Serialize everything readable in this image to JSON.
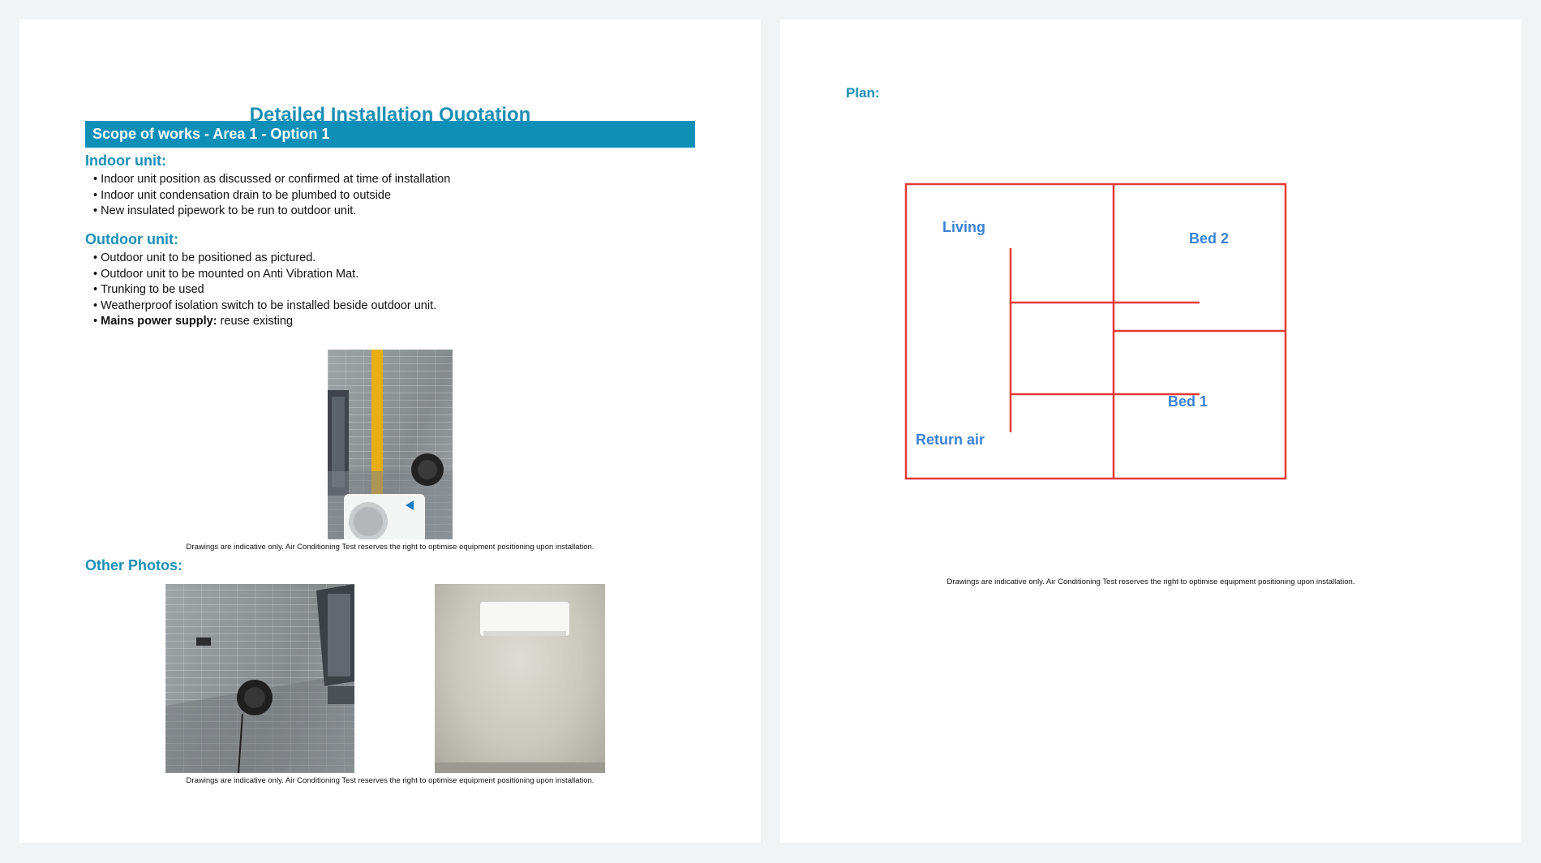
{
  "document": {
    "title": "Detailed Installation Quotation",
    "scope_bar": "Scope of works - Area 1 - Option 1",
    "indoor": {
      "heading": "Indoor unit:",
      "items": [
        "Indoor unit position as discussed or confirmed at time of installation",
        "Indoor unit condensation drain to be plumbed to outside",
        "New insulated pipework to be run to outdoor unit."
      ]
    },
    "outdoor": {
      "heading": "Outdoor unit:",
      "items": [
        "Outdoor unit to be positioned as pictured.",
        "Outdoor unit to be mounted on Anti Vibration Mat.",
        "Trunking to be used",
        "Weatherproof isolation switch to be installed beside outdoor unit."
      ],
      "mains_label": "Mains power supply:",
      "mains_value": " reuse existing"
    },
    "disclaimer": "Drawings are indicative only. Air Conditioning Test reserves the right to optimise equipment positioning upon installation.",
    "other_photos_heading": "Other Photos:"
  },
  "plan": {
    "heading": "Plan:",
    "rooms": {
      "living": "Living",
      "bed2": "Bed 2",
      "bed1": "Bed 1",
      "return_air": "Return air"
    },
    "line_color": "#e53935",
    "label_color": "#3b82d6"
  },
  "colors": {
    "accent": "#1b8fb5",
    "bar": "#0e8fb8",
    "page_bg": "#f2f3f5"
  }
}
